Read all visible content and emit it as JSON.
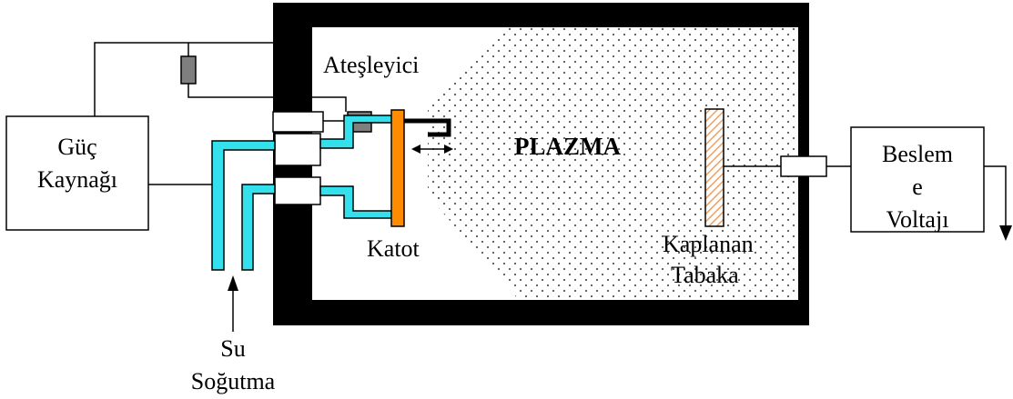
{
  "diagram": {
    "labels": {
      "power_supply": [
        "Güç",
        "Kaynağı"
      ],
      "igniter": "Ateşleyici",
      "plasma": "PLAZMA",
      "cathode": "Katot",
      "substrate": [
        "Kaplanan",
        "Tabaka"
      ],
      "bias_supply": [
        "Beslem",
        "e",
        "Voltajı"
      ],
      "water_cooling": [
        "Su",
        "Soğutma"
      ]
    },
    "colors": {
      "chamber_wall": "#000000",
      "cooling_pipe": "#33e0ec",
      "cathode": "#ff8c00",
      "substrate_hatch": "#f0a060",
      "resistor": "#7f7f7f",
      "plasma_dots": "#555555"
    }
  }
}
